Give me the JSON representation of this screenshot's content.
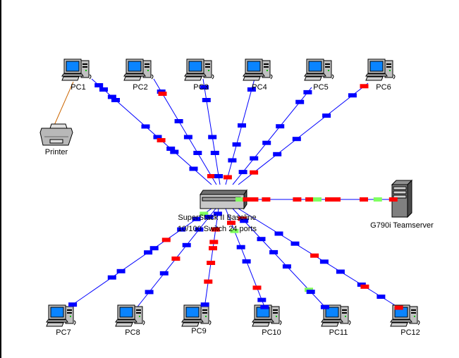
{
  "diagram": {
    "type": "network-topology",
    "colors": {
      "link": "#0000ff",
      "packet_blue": "#0000ff",
      "packet_red": "#ff0000",
      "packet_green": "#80ff60",
      "printer_link": "#cc6600"
    },
    "switch": {
      "id": "switch",
      "label_line1": "SuperStack II Baseline",
      "label_line2": "10/100 Switch 24 ports"
    },
    "server": {
      "id": "server",
      "label": "G790i Teamserver"
    },
    "printer": {
      "id": "printer",
      "label": "Printer",
      "connected_to": "PC1"
    },
    "pcs": [
      {
        "id": "PC1",
        "label": "PC1",
        "row": "top"
      },
      {
        "id": "PC2",
        "label": "PC2",
        "row": "top"
      },
      {
        "id": "PC3",
        "label": "PC3",
        "row": "top"
      },
      {
        "id": "PC4",
        "label": "PC4",
        "row": "top"
      },
      {
        "id": "PC5",
        "label": "PC5",
        "row": "top"
      },
      {
        "id": "PC6",
        "label": "PC6",
        "row": "top"
      },
      {
        "id": "PC7",
        "label": "PC7",
        "row": "bottom"
      },
      {
        "id": "PC8",
        "label": "PC8",
        "row": "bottom"
      },
      {
        "id": "PC9",
        "label": "PC9",
        "row": "bottom"
      },
      {
        "id": "PC10",
        "label": "PC10",
        "row": "bottom"
      },
      {
        "id": "PC11",
        "label": "PC11",
        "row": "bottom"
      },
      {
        "id": "PC12",
        "label": "PC12",
        "row": "bottom"
      }
    ],
    "links": [
      {
        "from": "PC1",
        "to": "switch",
        "packets": [
          [
            "b",
            0.06
          ],
          [
            "b",
            0.1
          ],
          [
            "b",
            0.17
          ],
          [
            "b",
            0.2
          ],
          [
            "b",
            0.45
          ],
          [
            "b",
            0.55
          ],
          [
            "r",
            0.58
          ],
          [
            "b",
            0.66
          ],
          [
            "b",
            0.69
          ],
          [
            "b",
            0.85
          ]
        ]
      },
      {
        "from": "PC2",
        "to": "switch",
        "packets": [
          [
            "b",
            0.12
          ],
          [
            "r",
            0.14
          ],
          [
            "b",
            0.4
          ],
          [
            "b",
            0.55
          ],
          [
            "b",
            0.7
          ],
          [
            "r",
            0.92
          ]
        ]
      },
      {
        "from": "PC3",
        "to": "switch",
        "packets": [
          [
            "b",
            0.08
          ],
          [
            "b",
            0.2
          ],
          [
            "b",
            0.55
          ],
          [
            "b",
            0.7
          ],
          [
            "b",
            0.92
          ]
        ]
      },
      {
        "from": "PC4",
        "to": "switch",
        "packets": [
          [
            "b",
            0.1
          ],
          [
            "b",
            0.44
          ],
          [
            "b",
            0.62
          ],
          [
            "b",
            0.77
          ],
          [
            "r",
            0.93
          ]
        ]
      },
      {
        "from": "PC5",
        "to": "switch",
        "packets": [
          [
            "b",
            0.05
          ],
          [
            "b",
            0.15
          ],
          [
            "b",
            0.4
          ],
          [
            "b",
            0.57
          ],
          [
            "b",
            0.73
          ],
          [
            "b",
            0.87
          ]
        ]
      },
      {
        "from": "PC6",
        "to": "switch",
        "packets": [
          [
            "r",
            0.03
          ],
          [
            "b",
            0.12
          ],
          [
            "b",
            0.32
          ],
          [
            "b",
            0.55
          ],
          [
            "b",
            0.7
          ],
          [
            "r",
            0.88
          ]
        ]
      },
      {
        "from": "switch",
        "to": "server",
        "packets": [
          [
            "g",
            0.0
          ],
          [
            "r",
            0.07
          ],
          [
            "r",
            0.17
          ],
          [
            "r",
            0.37
          ],
          [
            "r",
            0.45
          ],
          [
            "g",
            0.5
          ],
          [
            "r",
            0.6
          ],
          [
            "r",
            0.8
          ],
          [
            "g",
            0.89
          ],
          [
            "r",
            0.99
          ]
        ]
      },
      {
        "from": "switch",
        "to": "PC7",
        "packets": [
          [
            "g",
            0.05
          ],
          [
            "b",
            0.1
          ],
          [
            "b",
            0.2
          ],
          [
            "r",
            0.3
          ],
          [
            "b",
            0.38
          ],
          [
            "b",
            0.42
          ],
          [
            "b",
            0.6
          ],
          [
            "b",
            0.66
          ],
          [
            "b",
            0.92
          ]
        ]
      },
      {
        "from": "switch",
        "to": "PC8",
        "packets": [
          [
            "b",
            0.08
          ],
          [
            "b",
            0.2
          ],
          [
            "b",
            0.35
          ],
          [
            "r",
            0.48
          ],
          [
            "b",
            0.62
          ],
          [
            "b",
            0.8
          ]
        ]
      },
      {
        "from": "switch",
        "to": "PC9",
        "packets": [
          [
            "b",
            0.05
          ],
          [
            "r",
            0.2
          ],
          [
            "r",
            0.32
          ],
          [
            "r",
            0.38
          ],
          [
            "r",
            0.52
          ],
          [
            "r",
            0.7
          ],
          [
            "b",
            0.92
          ]
        ]
      },
      {
        "from": "switch",
        "to": "PC10",
        "packets": [
          [
            "r",
            0.14
          ],
          [
            "g",
            0.22
          ],
          [
            "b",
            0.38
          ],
          [
            "b",
            0.52
          ],
          [
            "r",
            0.78
          ],
          [
            "b",
            0.9
          ],
          [
            "b",
            0.97
          ]
        ]
      },
      {
        "from": "switch",
        "to": "PC11",
        "packets": [
          [
            "r",
            0.1
          ],
          [
            "b",
            0.12
          ],
          [
            "b",
            0.3
          ],
          [
            "b",
            0.43
          ],
          [
            "b",
            0.57
          ],
          [
            "g",
            0.8
          ],
          [
            "b",
            0.82
          ],
          [
            "b",
            0.97
          ]
        ]
      },
      {
        "from": "switch",
        "to": "PC12",
        "packets": [
          [
            "b",
            0.25
          ],
          [
            "b",
            0.35
          ],
          [
            "r",
            0.47
          ],
          [
            "b",
            0.53
          ],
          [
            "b",
            0.63
          ],
          [
            "b",
            0.76
          ],
          [
            "r",
            0.78
          ],
          [
            "b",
            0.88
          ],
          [
            "r",
            0.99
          ]
        ]
      }
    ]
  }
}
